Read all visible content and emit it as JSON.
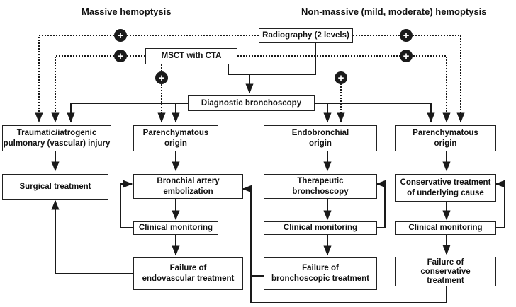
{
  "headers": {
    "massive": "Massive hemoptysis",
    "non_massive": "Non-massive (mild, moderate) hemoptysis"
  },
  "nodes": {
    "radiography": "Radiography (2 levels)",
    "msct": "MSCT with CTA",
    "diag_bronch": "Diagnostic bronchoscopy",
    "trauma": "Traumatic/iatrogenic\npulmonary (vascular) injury",
    "paren_massive": "Parenchymatous\norigin",
    "endobronchial": "Endobronchial\norigin",
    "paren_nonmassive": "Parenchymatous\norigin",
    "surgical": "Surgical treatment",
    "bae": "Bronchial artery\nembolization",
    "ther_bronch": "Therapeutic\nbronchoscopy",
    "conservative": "Conservative treatment\nof underlying cause",
    "monitor_1": "Clinical monitoring",
    "monitor_2": "Clinical monitoring",
    "monitor_3": "Clinical monitoring",
    "fail_endo": "Failure of\nendovascular treatment",
    "fail_bronch": "Failure of\nbronchoscopic treatment",
    "fail_cons": "Failure of\nconservative\ntreatment"
  },
  "plus_symbol": "+",
  "colors": {
    "line": "#1a1a1a",
    "badge": "#1a1a1a",
    "box_border": "#222222"
  }
}
